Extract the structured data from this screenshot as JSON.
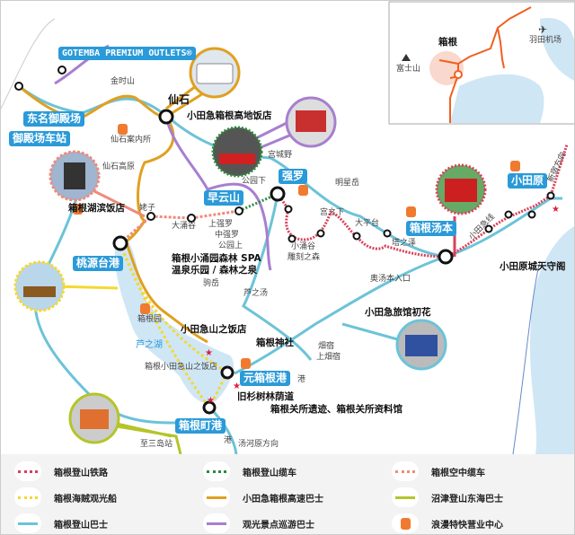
{
  "inset": {
    "labels": {
      "hakone": "箱根",
      "fuji": "富士山",
      "haneda": "羽田机场"
    },
    "icons": [
      "mountain-icon",
      "airplane-icon"
    ]
  },
  "stations": {
    "gotemba_outlets": "GOTEMBA PREMIUM OUTLETS®",
    "tomei_gotemba": "东名御殿场",
    "gotemba_station": "御殿场车站",
    "sengoku": "仙石",
    "sounzan": "早云山",
    "gora": "强罗",
    "hakone_yumoto": "箱根汤本",
    "odawara": "小田原",
    "togendai": "桃源台港",
    "motohakone": "元箱根港",
    "hakonemachi": "箱根町港"
  },
  "places": {
    "kintoki": "金时山",
    "odakyu_highland": "小田急箱根高地饭店",
    "sengoku_info": "仙石案内所",
    "sengoku_kogen": "仙石高原",
    "lake_hotel": "箱根湖滨饭店",
    "ubako": "姥子",
    "owakudani": "大涌谷",
    "miyagino": "宫城野",
    "koenshita": "公园下",
    "kamigora": "上强罗",
    "nakagora": "中强罗",
    "koenkami": "公园上",
    "spa1": "箱根小涌园森林 SPA",
    "spa2": "温泉乐园 / 森林之泉",
    "kowakidani": "小涌谷",
    "chokoku": "雕刻之森",
    "miyanoshita": "宫之下",
    "ohiradai": "大平台",
    "tonosawa": "塔之泽",
    "myojo": "明星岳",
    "odakyu_line": "小田急线",
    "shinjuku_dir": "新宿方向",
    "odawara_castle": "小田原城天守阁",
    "okuyumoto": "奥汤本入口",
    "hatsuhana": "小田急旅馆初花",
    "hatajuku": "畑宿",
    "kamihatajuku": "上畑宿",
    "komagatake": "驹岳",
    "ashinoyu": "芦之汤",
    "hakoneen": "箱根园",
    "yama_hotel": "小田急山之饭店",
    "hakone_shrine": "箱根神社",
    "lake_ashi": "芦之湖",
    "yama_hotel2": "箱根小田急山之饭店",
    "cedar": "旧杉树林荫道",
    "checkpoint": "箱根关所遗迹、箱根关所资料馆",
    "mishima": "至三岛站",
    "yugawara": "汤河原方向",
    "port1": "港",
    "port2": "港"
  },
  "legend": [
    {
      "label": "箱根登山铁路",
      "color": "#d9405a",
      "style": "dotted"
    },
    {
      "label": "箱根登山缆车",
      "color": "#2a8a3a",
      "style": "dotted"
    },
    {
      "label": "箱根空中缆车",
      "color": "#f08a7a",
      "style": "dotted"
    },
    {
      "label": "箱根海贼观光船",
      "color": "#f5d830",
      "style": "dotted"
    },
    {
      "label": "小田急箱根高速巴士",
      "color": "#e0a020",
      "style": "solid"
    },
    {
      "label": "沼津登山东海巴士",
      "color": "#b5c42a",
      "style": "solid"
    },
    {
      "label": "箱根登山巴士",
      "color": "#6cc3d8",
      "style": "solid"
    },
    {
      "label": "观光景点巡游巴士",
      "color": "#a77fd0",
      "style": "solid"
    },
    {
      "label": "浪漫特快营业中心",
      "color": "#f07a30",
      "style": "icon"
    }
  ],
  "colors": {
    "station_box": "#2a9ad8",
    "lake": "#cfe6f5",
    "sea": "#cfe6f5"
  }
}
